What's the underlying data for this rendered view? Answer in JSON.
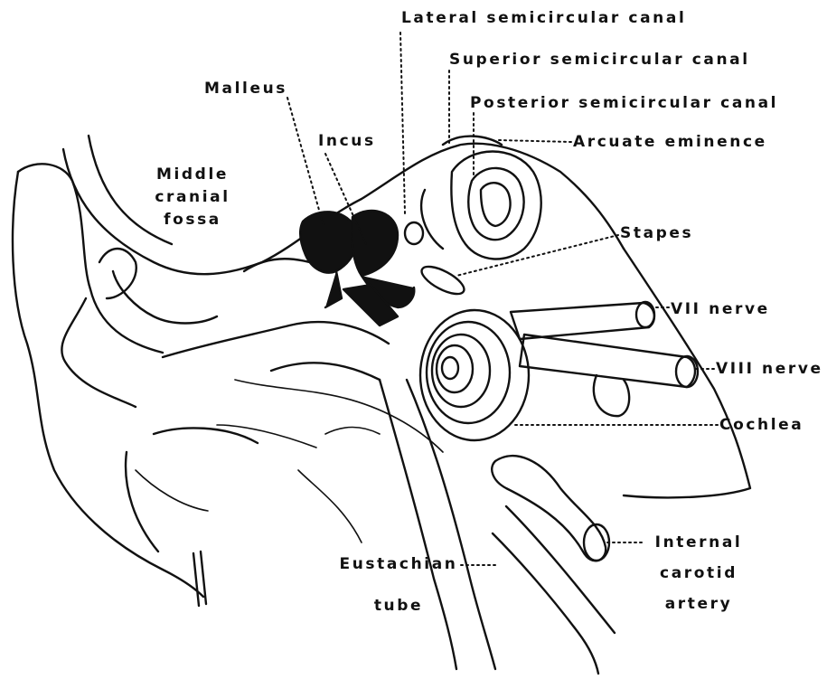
{
  "diagram": {
    "colors": {
      "ink": "#111111",
      "background": "#ffffff"
    },
    "labels": {
      "lateral_semicircular_canal": "Lateral semicircular canal",
      "superior_semicircular_canal": "Superior semicircular canal",
      "posterior_semicircular_canal": "Posterior semicircular canal",
      "arcuate_eminence": "Arcuate eminence",
      "malleus": "Malleus",
      "incus": "Incus",
      "middle_cranial_fossa": [
        "Middle",
        "cranial",
        "fossa"
      ],
      "stapes": "Stapes",
      "vii_nerve": "VII nerve",
      "viii_nerve": "VIII nerve",
      "cochlea": "Cochlea",
      "internal_carotid_artery": [
        "Internal",
        "carotid",
        "artery"
      ],
      "eustachian_tube": [
        "Eustachian",
        "tube"
      ]
    }
  }
}
